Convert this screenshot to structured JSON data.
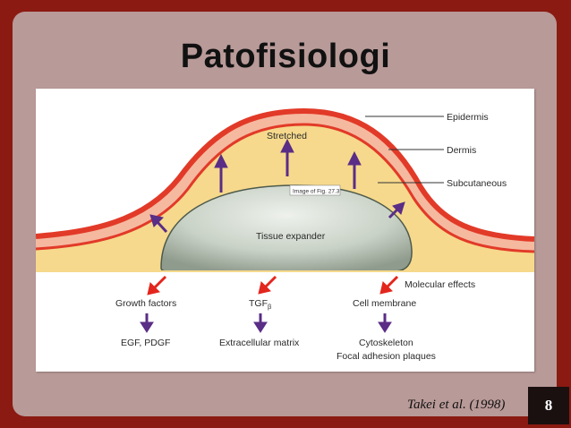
{
  "slide": {
    "title": "Patofisiologi",
    "citation": "Takei et al. (1998)",
    "page_number": "8"
  },
  "diagram": {
    "layer_labels": {
      "epidermis": "Epidermis",
      "dermis": "Dermis",
      "subcutaneous": "Subcutaneous"
    },
    "stretched_label": "Stretched",
    "image_tag": "Image of Fig. 27.3",
    "expander_label": "Tissue expander",
    "molecular_effects_label": "Molecular effects",
    "columns": [
      {
        "top": "Growth factors",
        "bottom": "EGF, PDGF"
      },
      {
        "top": "TGF",
        "top_sub": "β",
        "bottom": "Extracellular matrix"
      },
      {
        "top": "Cell membrane",
        "bottom": "Cytoskeleton",
        "bottom2": "Focal adhesion plaques"
      }
    ]
  },
  "colors": {
    "background": "#8b1a12",
    "panel": "#b89a98",
    "epidermis": "#e03a2a",
    "dermis": "#f3b9a0",
    "subcutaneous": "#f5d98a",
    "expander": "#c7d0c5",
    "purple_arrow": "#5a2d86",
    "red_arrow": "#e3261d"
  }
}
